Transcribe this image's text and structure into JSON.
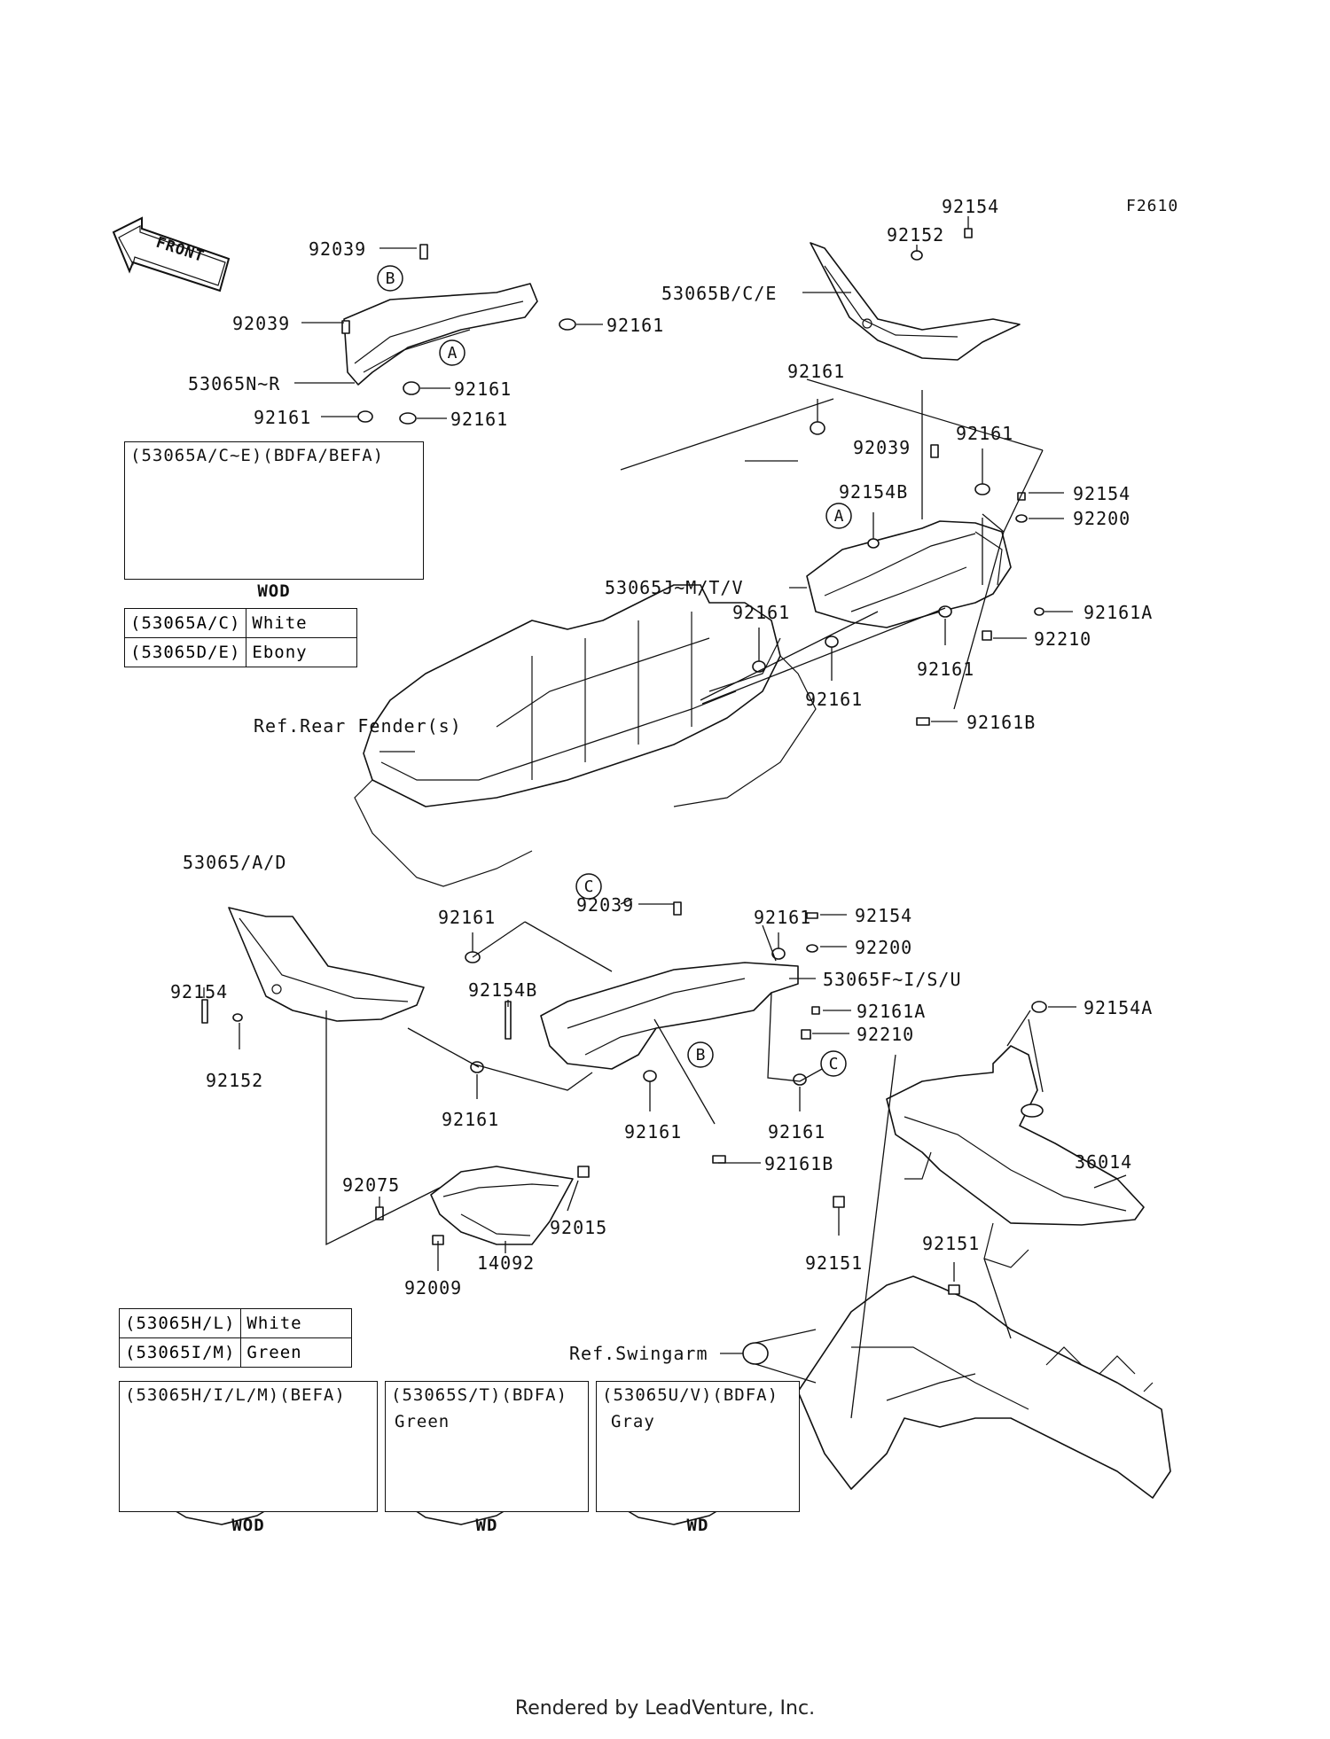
{
  "figure_code": "F2610",
  "front_label": "FRONT",
  "callouts": {
    "A": "A",
    "B": "B",
    "C": "C"
  },
  "labels": {
    "l01": "92039",
    "l02": "92039",
    "l03": "92161",
    "l04": "53065N~R",
    "l05": "92161",
    "l06": "92161",
    "l07": "92161",
    "l08": "92154",
    "l09": "92152",
    "l10": "53065B/C/E",
    "l11": "92161",
    "l12": "92039",
    "l13": "92161",
    "l14": "92154B",
    "l15": "92154",
    "l16": "92200",
    "l17": "53065J~M/T/V",
    "l18": "92161",
    "l19": "92161A",
    "l20": "92210",
    "l21": "92161",
    "l22": "92161",
    "l23": "92161B",
    "l24": "Ref.Rear Fender(s)",
    "l25": "53065/A/D",
    "l26": "92161",
    "l27": "92039",
    "l28": "92161",
    "l29": "92154",
    "l30": "92200",
    "l31": "92154B",
    "l32": "53065F~I/S/U",
    "l33": "92154",
    "l34": "92152",
    "l35": "92161A",
    "l36": "92210",
    "l37": "92154A",
    "l38": "92161",
    "l39": "92161",
    "l40": "92161",
    "l41": "92161B",
    "l42": "36014",
    "l43": "92075",
    "l44": "92015",
    "l45": "14092",
    "l46": "92009",
    "l47": "92151",
    "l48": "92151",
    "l49": "Ref.Swingarm"
  },
  "inset_top": {
    "title": "(53065A/C~E)(BDFA/BEFA)",
    "footer": "WOD"
  },
  "color_table_1": [
    [
      "(53065A/C)",
      "White"
    ],
    [
      "(53065D/E)",
      "Ebony"
    ]
  ],
  "color_table_2": [
    [
      "(53065H/L)",
      "White"
    ],
    [
      "(53065I/M)",
      "Green"
    ]
  ],
  "inset_bottom": [
    {
      "title": "(53065H/I/L/M)(BEFA)",
      "subtitle": "",
      "footer": "WOD"
    },
    {
      "title": "(53065S/T)(BDFA)",
      "subtitle": "Green",
      "footer": "WD"
    },
    {
      "title": "(53065U/V)(BDFA)",
      "subtitle": "Gray",
      "footer": "WD"
    }
  ],
  "footer": "Rendered by LeadVenture, Inc."
}
